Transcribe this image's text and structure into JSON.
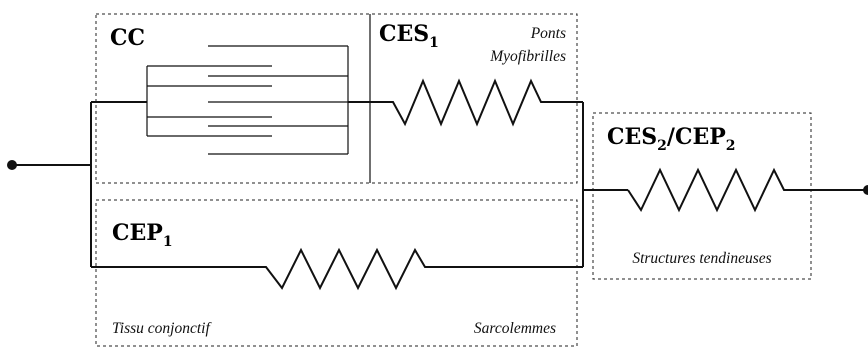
{
  "labels": {
    "cc": "CC",
    "ces1_main": "CES",
    "ces1_sub": "1",
    "ponts": "Ponts",
    "myofibrilles": "Myofibrilles",
    "ces2_main1": "CES",
    "ces2_sub1": "2",
    "ces2_slash": "/CEP",
    "ces2_sub2": "2",
    "cep1_main": "CEP",
    "cep1_sub": "1",
    "tissu": "Tissu conjonctif",
    "sarcolemmes": "Sarcolemmes",
    "structures": "Structures tendineuses"
  },
  "colors": {
    "line": "#111111",
    "background": "#ffffff"
  }
}
